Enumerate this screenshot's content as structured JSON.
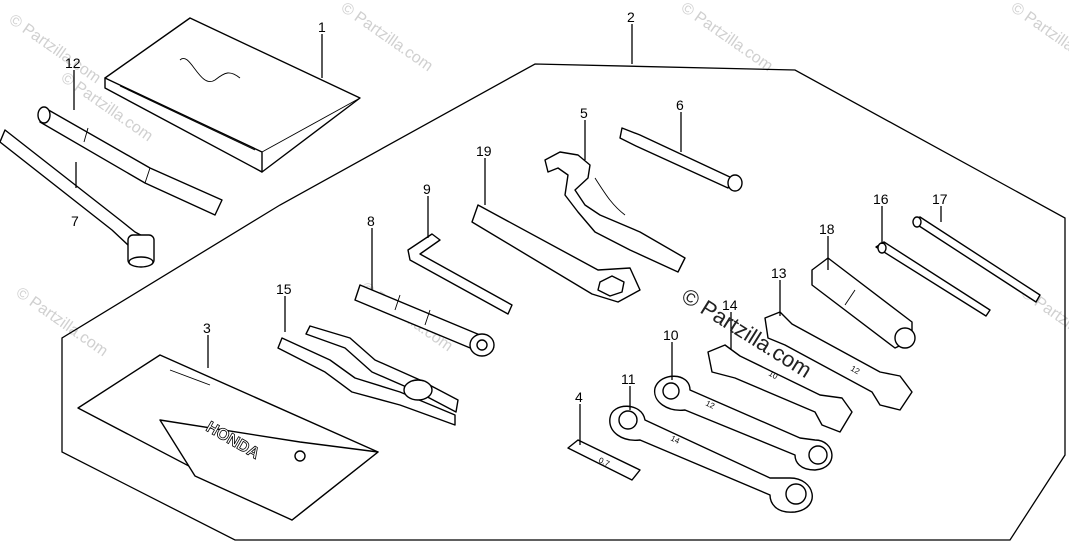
{
  "watermark": {
    "text": "© Partzilla.com",
    "center_text": "© Partzilla.com"
  },
  "pouch_brand": "HONDA",
  "wrench_marks": {
    "ring_10": "12",
    "ring_11": "14",
    "open_13": "12",
    "open_14": "10",
    "plate_4": "0.7"
  },
  "callouts": [
    {
      "id": "c1",
      "label": "1"
    },
    {
      "id": "c2",
      "label": "2"
    },
    {
      "id": "c3",
      "label": "3"
    },
    {
      "id": "c4",
      "label": "4"
    },
    {
      "id": "c5",
      "label": "5"
    },
    {
      "id": "c6",
      "label": "6"
    },
    {
      "id": "c7",
      "label": "7"
    },
    {
      "id": "c8",
      "label": "8"
    },
    {
      "id": "c9",
      "label": "9"
    },
    {
      "id": "c10",
      "label": "10"
    },
    {
      "id": "c11",
      "label": "11"
    },
    {
      "id": "c12",
      "label": "12"
    },
    {
      "id": "c13",
      "label": "13"
    },
    {
      "id": "c14",
      "label": "14"
    },
    {
      "id": "c15",
      "label": "15"
    },
    {
      "id": "c16",
      "label": "16"
    },
    {
      "id": "c17",
      "label": "17"
    },
    {
      "id": "c18",
      "label": "18"
    },
    {
      "id": "c19",
      "label": "19"
    }
  ]
}
